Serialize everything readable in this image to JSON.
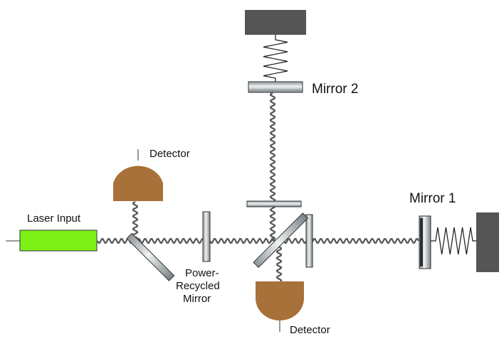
{
  "labels": {
    "mirror2": "Mirror 2",
    "mirror1": "Mirror 1",
    "laser_input": "Laser Input",
    "detector_top": "Detector",
    "detector_bottom": "Detector",
    "power_recycled_line1": "Power-",
    "power_recycled_line2": "Recycled",
    "power_recycled_line3": "Mirror"
  },
  "colors": {
    "laser": "#7cf017",
    "detector": "#a8713a",
    "mount": "#555555",
    "beam": "#555555",
    "spring": "#1a1a1a",
    "mirror_fill": "#d9dee0",
    "mirror_stroke": "#333333"
  }
}
